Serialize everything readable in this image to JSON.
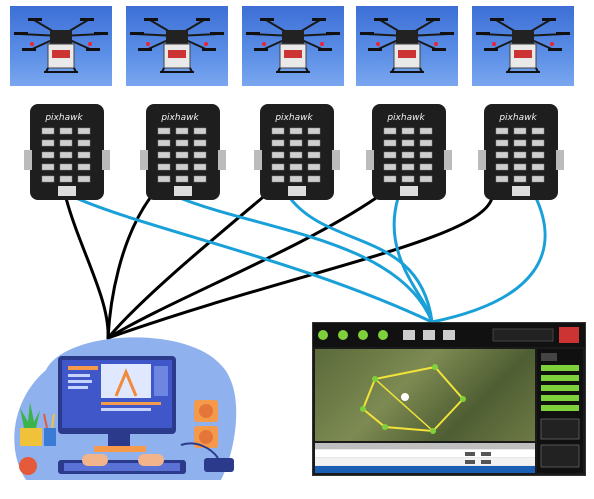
{
  "drones": [
    {
      "id": "drone-1"
    },
    {
      "id": "drone-2"
    },
    {
      "id": "drone-3"
    },
    {
      "id": "drone-4"
    },
    {
      "id": "drone-5"
    }
  ],
  "flight_controllers": [
    {
      "brand_text": "pixhawk"
    },
    {
      "brand_text": "pixhawk"
    },
    {
      "brand_text": "pixhawk"
    },
    {
      "brand_text": "pixhawk"
    },
    {
      "brand_text": "pixhawk"
    }
  ],
  "connections": {
    "to_computer_color": "#000000",
    "to_gcs_color": "#1aa0d8"
  },
  "colors": {
    "sky": "#4a7fe0",
    "board_body": "#1e1e1e",
    "computer_blob": "#8fb2ee",
    "gcs_accent": "#7fd13b"
  }
}
